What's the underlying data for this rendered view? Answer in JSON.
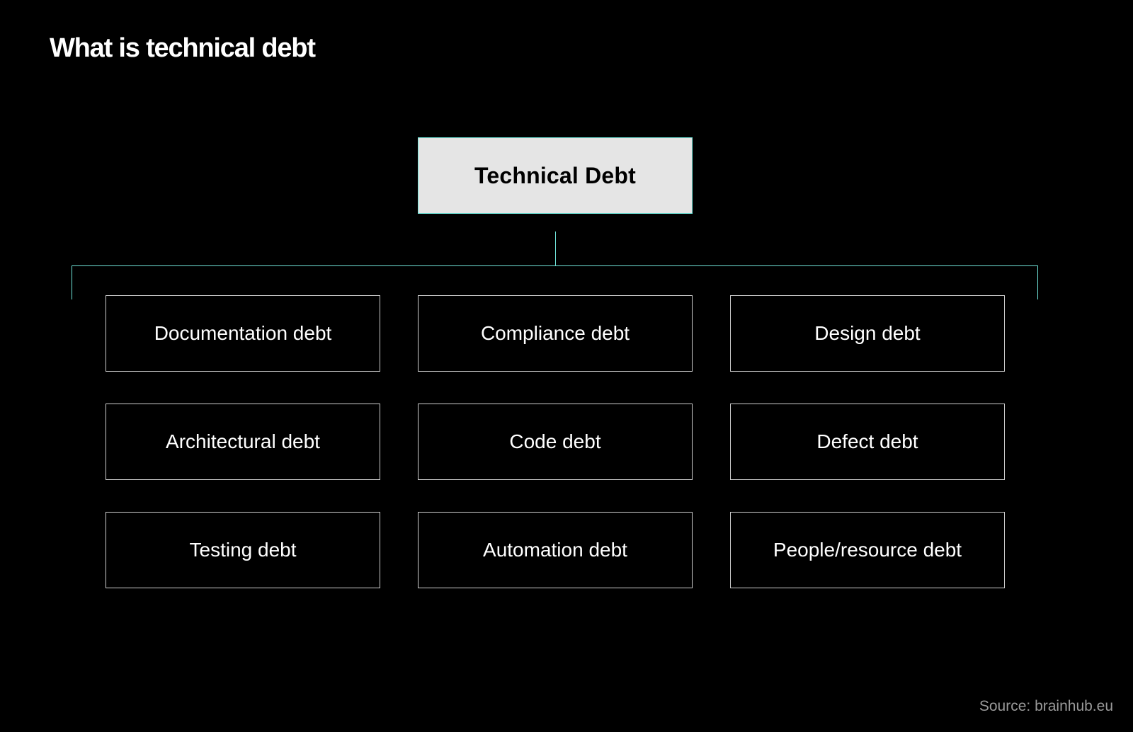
{
  "title": "What is technical debt",
  "root": {
    "label": "Technical Debt"
  },
  "nodes": [
    {
      "label": "Documentation debt"
    },
    {
      "label": "Compliance debt"
    },
    {
      "label": "Design debt"
    },
    {
      "label": "Architectural debt"
    },
    {
      "label": "Code debt"
    },
    {
      "label": "Defect debt"
    },
    {
      "label": "Testing debt"
    },
    {
      "label": "Automation debt"
    },
    {
      "label": "People/resource debt"
    }
  ],
  "source": "Source: brainhub.eu",
  "colors": {
    "background": "#000000",
    "accent": "#6fe3d8",
    "root_fill": "#e5e5e5",
    "node_border": "#cfcfcf",
    "source_text": "#9a9a9a"
  }
}
